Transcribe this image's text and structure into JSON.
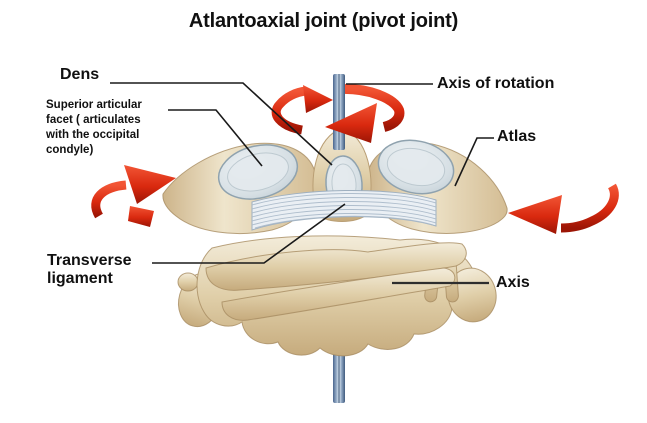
{
  "title": "Atlantoaxial joint (pivot joint)",
  "labels": {
    "dens": "Dens",
    "superior_articular_facet": {
      "line1": "Superior articular",
      "line2": "facet ( articulates",
      "line3": "with the  occipital",
      "line4": "condyle)"
    },
    "axis_of_rotation": "Axis of rotation",
    "atlas": "Atlas",
    "transverse_ligament": {
      "line1": "Transverse",
      "line2": "ligament"
    },
    "axis": "Axis"
  },
  "icons": {
    "center_rotation_arrow": "red elliptical rotation ribbon around axis rod, two arrowheads (counterclockwise)",
    "left_rotation_arrow": "red curved arrow sweeping up-right",
    "right_rotation_arrow": "red curved arrow sweeping down-left"
  },
  "colors": {
    "background": "#ffffff",
    "text": "#101010",
    "leader_line": "#1a1a1a",
    "arrow_red": "#d9290f",
    "arrow_red_dark": "#8e1505",
    "bone_light": "#f3ecda",
    "bone_mid": "#e0cfa9",
    "bone_shadow": "#c6ab7d",
    "bone_outline": "#a88c62",
    "facet_light": "#eef2f4",
    "facet_mid": "#d6dfe4",
    "facet_outline": "#8fa2ae",
    "rod_light": "#e6eef6",
    "rod_mid": "#9db3cc",
    "rod_dark": "#3f5a7d",
    "ligament_light": "#eaeff4",
    "ligament_fiber": "#a9b9c9"
  }
}
